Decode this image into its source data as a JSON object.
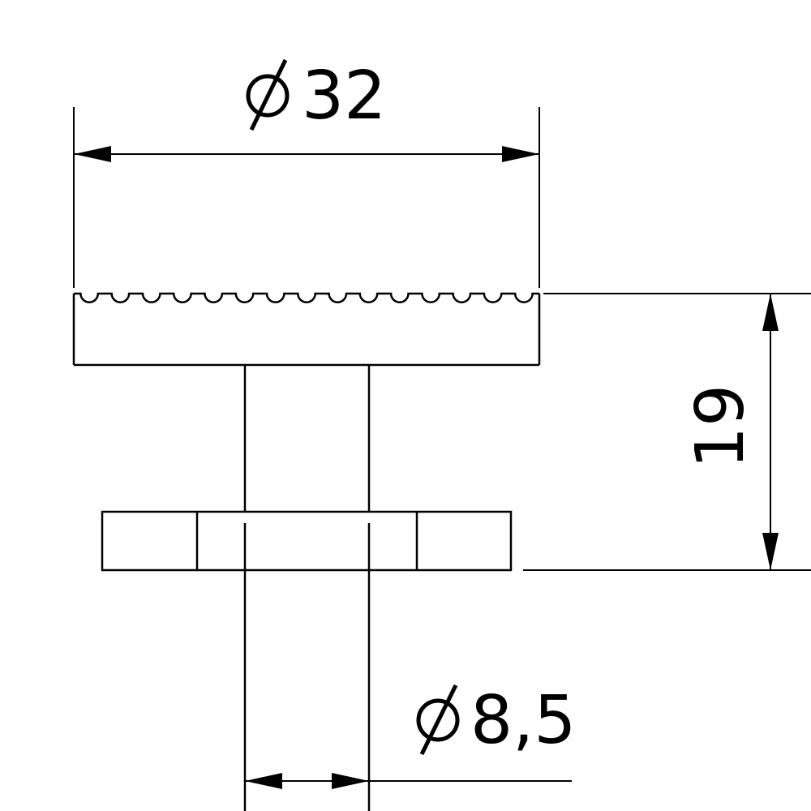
{
  "drawing": {
    "dimensions": {
      "head_diameter": "32",
      "height": "19",
      "shaft_diameter": "8,5"
    },
    "knurl_count": 15
  }
}
